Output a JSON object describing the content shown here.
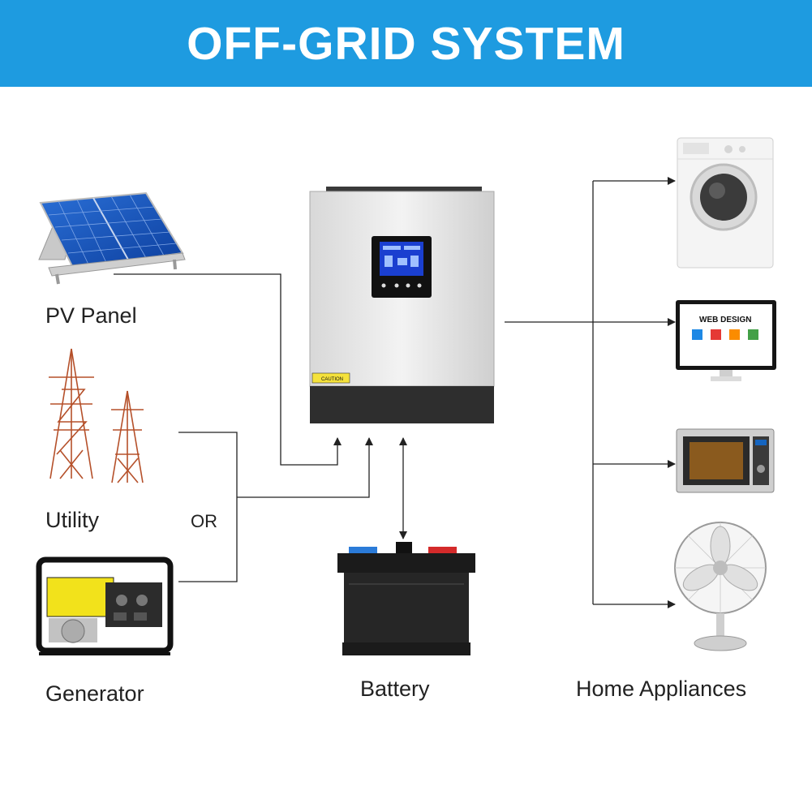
{
  "banner": {
    "title": "OFF-GRID SYSTEM",
    "color": "#1e9be0"
  },
  "sources": {
    "pv_panel": "PV Panel",
    "utility": "Utility",
    "or": "OR",
    "generator": "Generator"
  },
  "battery": {
    "label": "Battery"
  },
  "loads": {
    "label": "Home Appliances"
  },
  "inverter": {
    "caution_label": "CAUTION"
  },
  "monitor": {
    "screen_title": "WEB DESIGN"
  },
  "icons": [
    "solar-panel-icon",
    "power-tower-icon",
    "generator-icon",
    "inverter-icon",
    "battery-icon",
    "washing-machine-icon",
    "monitor-icon",
    "microwave-icon",
    "fan-icon"
  ]
}
